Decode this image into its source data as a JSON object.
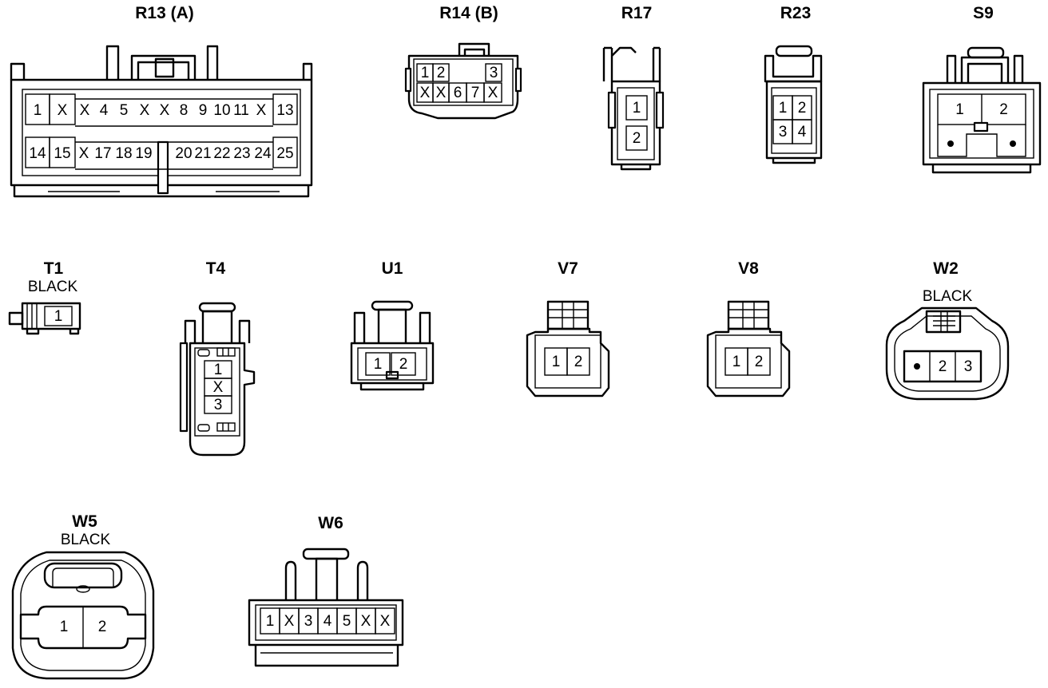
{
  "connectors": {
    "R13": {
      "title": "R13 (A)",
      "pins": [
        "1",
        "X",
        "X",
        "4",
        "5",
        "X",
        "X",
        "8",
        "9",
        "10",
        "11",
        "X",
        "13",
        "14",
        "15",
        "X",
        "17",
        "18",
        "19",
        "20",
        "21",
        "22",
        "23",
        "24",
        "25"
      ]
    },
    "R14": {
      "title": "R14 (B)",
      "pins": [
        "1",
        "2",
        "3",
        "X",
        "X",
        "6",
        "7",
        "X"
      ]
    },
    "R17": {
      "title": "R17",
      "pins": [
        "1",
        "2"
      ]
    },
    "R23": {
      "title": "R23",
      "pins": [
        "1",
        "2",
        "3",
        "4"
      ]
    },
    "S9": {
      "title": "S9",
      "pins": [
        "1",
        "2"
      ]
    },
    "T1": {
      "title": "T1",
      "color": "BLACK",
      "pins": [
        "1"
      ]
    },
    "T4": {
      "title": "T4",
      "pins": [
        "1",
        "X",
        "3"
      ]
    },
    "U1": {
      "title": "U1",
      "pins": [
        "1",
        "2"
      ]
    },
    "V7": {
      "title": "V7",
      "pins": [
        "1",
        "2"
      ]
    },
    "V8": {
      "title": "V8",
      "pins": [
        "1",
        "2"
      ]
    },
    "W2": {
      "title": "W2",
      "color": "BLACK",
      "pins": [
        "2",
        "3"
      ]
    },
    "W5": {
      "title": "W5",
      "color": "BLACK",
      "pins": [
        "1",
        "2"
      ]
    },
    "W6": {
      "title": "W6",
      "pins": [
        "1",
        "X",
        "3",
        "4",
        "5",
        "X",
        "X"
      ]
    }
  }
}
